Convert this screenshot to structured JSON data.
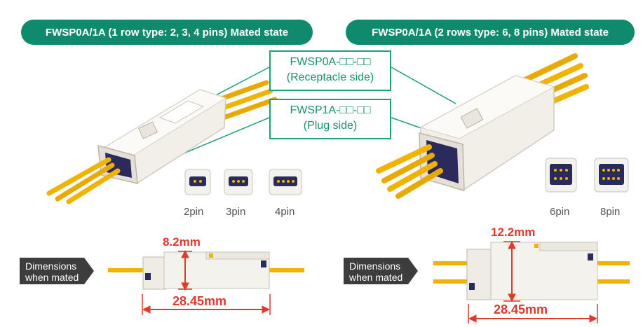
{
  "headers": {
    "left": "FWSP0A/1A (1 row type: 2, 3, 4 pins) Mated state",
    "right": "FWSP0A/1A (2 rows type: 6, 8 pins) Mated state"
  },
  "callouts": {
    "receptacle": {
      "part": "FWSP0A-□□-□□",
      "side": "(Receptacle side)"
    },
    "plug": {
      "part": "FWSP1A-□□-□□",
      "side": "(Plug side)"
    }
  },
  "pins": [
    "2pin",
    "3pin",
    "4pin",
    "6pin",
    "8pin"
  ],
  "dimensions": {
    "tag": "Dimensions\nwhen mated",
    "tag_line1": "Dimensions",
    "tag_line2": "when mated",
    "left": {
      "height": "8.2mm",
      "length": "28.45mm"
    },
    "right": {
      "height": "12.2mm",
      "length": "28.45mm"
    }
  },
  "colors": {
    "accent": "#0f8a6c",
    "dimension": "#e03a2f",
    "wire": "#f0b400",
    "body": "#f2f0ea",
    "pin_face": "#2b2a5c"
  }
}
